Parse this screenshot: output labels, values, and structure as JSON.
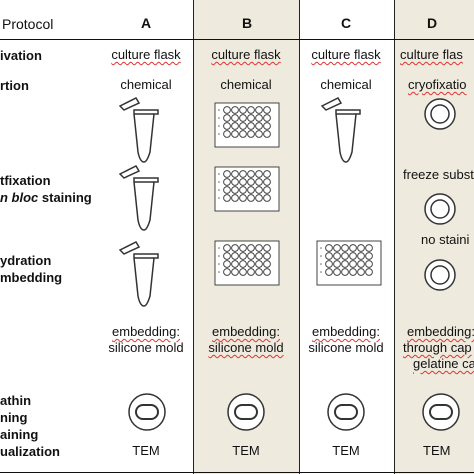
{
  "header": {
    "protocol_label": "Protocol",
    "columns": [
      "A",
      "B",
      "C",
      "D"
    ]
  },
  "rows": {
    "cultivation": "ivation",
    "fixation": "rtion",
    "postfixation_1": "tfixation",
    "postfixation_2_italic": "n bloc",
    "postfixation_2_rest": " staining",
    "dehydration_1": "ydration",
    "dehydration_2": "mbedding",
    "sectioning_1": "athin",
    "sectioning_2": "ning",
    "sectioning_3": "aining",
    "visualization": "ualization"
  },
  "columns": {
    "A": {
      "cultivation": "culture flask",
      "fixation": "chemical",
      "embedding_1": "embedding:",
      "embedding_2": "silicone mold",
      "visualization": "TEM"
    },
    "B": {
      "cultivation": "culture flask",
      "fixation": "chemical",
      "embedding_1": "embedding:",
      "embedding_2": "silicone mold",
      "visualization": "TEM"
    },
    "C": {
      "cultivation": "culture flask",
      "fixation": "chemical",
      "embedding_1": "embedding:",
      "embedding_2": "silicone mold",
      "visualization": "TEM"
    },
    "D": {
      "cultivation": "culture flas",
      "fixation": "cryofixatio",
      "postfixation": "freeze substi",
      "dehydration": "no staini",
      "embedding_1": "embedding:",
      "embedding_2": "through cap",
      "embedding_3": "gelatine cap",
      "visualization": "TEM"
    }
  },
  "colors": {
    "shaded_column": "#efeade",
    "grid_line": "#111111",
    "spell_underline": "#dd3333"
  }
}
